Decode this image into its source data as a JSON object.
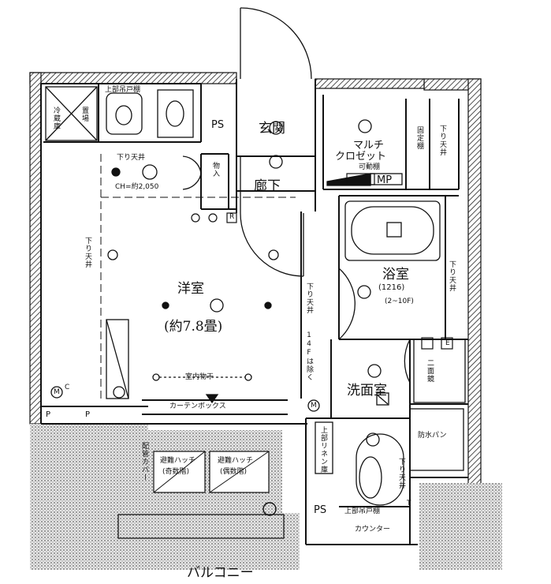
{
  "rooms": {
    "western_room": "洋室",
    "western_room_size": "(約7.8畳)",
    "entrance": "玄関",
    "hallway": "廊下",
    "bathroom": "浴室",
    "bathroom_size": "(1216)",
    "washroom": "洗面室",
    "balcony": "バルコニー"
  },
  "labels": {
    "multi_closet_1": "マルチ",
    "multi_closet_2": "クロゼット",
    "movable_shelf": "可動棚",
    "mp": "MP",
    "ps_top": "PS",
    "ps_bottom": "PS",
    "p_left": "P",
    "p_mid": "P",
    "ceiling_height": "CH=約2,050",
    "lowered_ceiling_top": "下り天井",
    "lowered_ceiling_left": "下り天井",
    "lowered_ceiling_right_top": "下り天井",
    "lowered_ceiling_mid": "下り天井",
    "mid_note": "14Fは除く",
    "lowered_ceiling_wash": "下り天井",
    "storage": "物入",
    "fridge": "冷蔵庫",
    "fridge_place": "置場",
    "upper_cabinet_kitchen": "上部吊戸棚",
    "upper_cabinet_toilet": "上部吊戸棚",
    "indoor_dryer": "室内物干",
    "curtain_box": "カーテンボックス",
    "rescue_hatch_1_line1": "避難ハッチ",
    "rescue_hatch_1_line2": "(奇数階)",
    "rescue_hatch_2_line1": "避難ハッチ",
    "rescue_hatch_2_line2": "(偶数階)",
    "pipe_cover": "配管カバー",
    "upper_linen": "上部リネン庫",
    "washer_place": "防水パン",
    "counter": "カウンター",
    "fixed_shelf": "固定棚",
    "lowered_ceiling_right": "下り天井",
    "bath_note": "(2~10F)",
    "secondary_shelf": "二面鏡",
    "r_label": "R",
    "m_label1": "M",
    "m_label2": "M",
    "wb_label": "E",
    "c_label": "C",
    "t_label": "T"
  }
}
